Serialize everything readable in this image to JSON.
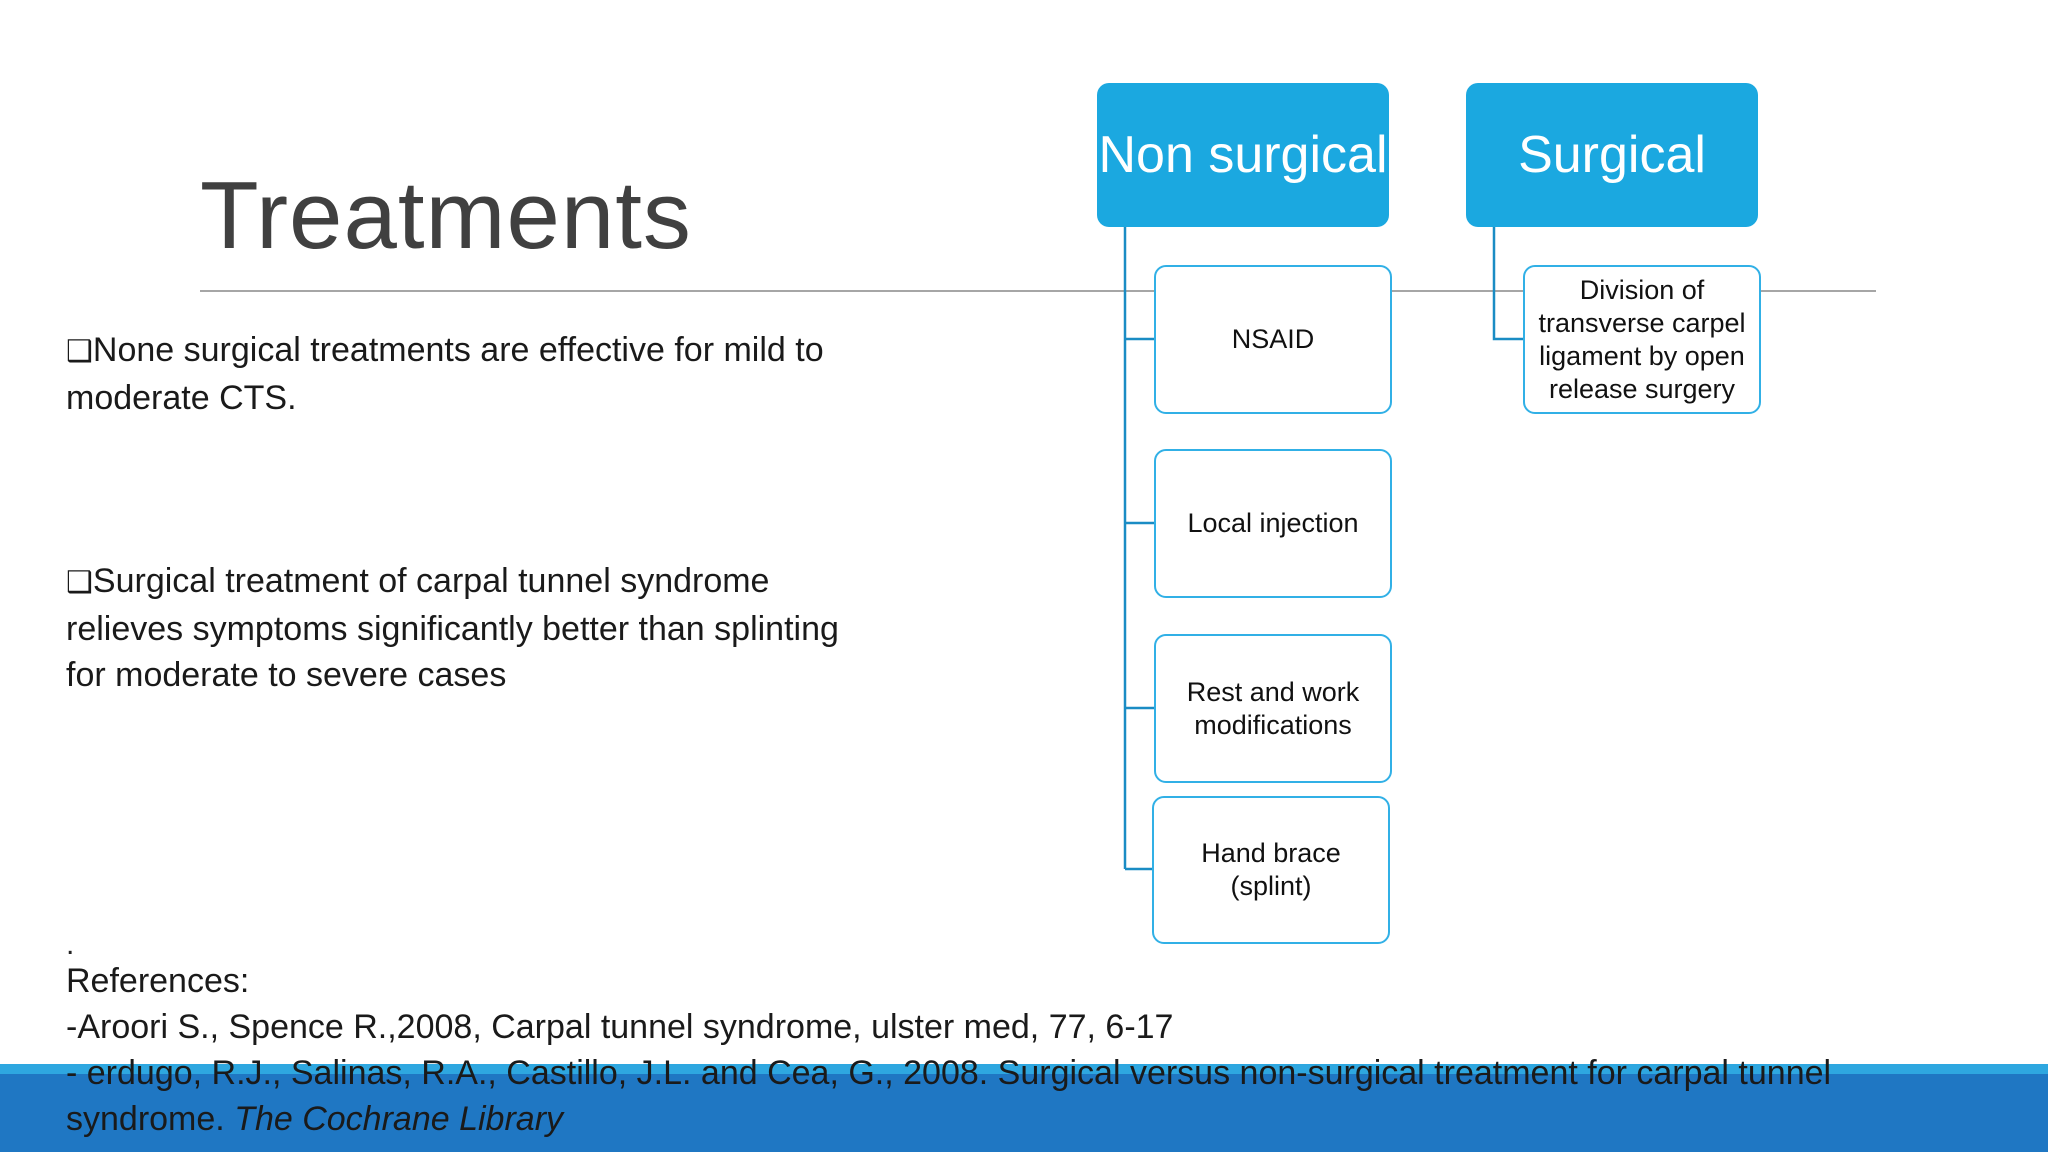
{
  "slide": {
    "title": "Treatments",
    "bullets": [
      {
        "marker": "❑",
        "text": "None surgical treatments are effective for mild to moderate CTS."
      },
      {
        "marker": "❑",
        "text": "Surgical treatment of carpal tunnel syndrome relieves symptoms significantly better than splinting for moderate to severe cases"
      }
    ],
    "stray_dot": ".",
    "references": {
      "heading": "References:",
      "ref1": "-Aroori S., Spence R.,2008,  Carpal tunnel syndrome, ulster med, 77, 6-17",
      "ref2_plain": "- erdugo, R.J., Salinas, R.A., Castillo, J.L. and Cea, G., 2008. Surgical versus non-surgical treatment for carpal tunnel syndrome. ",
      "ref2_italic": "The Cochrane Library"
    }
  },
  "diagram": {
    "colors": {
      "header_fill": "#1ba8e0",
      "node_border": "#31b0e6",
      "connector": "#1a8cc4",
      "band": "#1f77c3"
    },
    "groups": [
      {
        "label": "Non surgical",
        "children": [
          "NSAID",
          "Local injection",
          "Rest and work modifications",
          "Hand brace (splint)"
        ]
      },
      {
        "label": "Surgical",
        "children": [
          "Division of transverse carpel ligament by open release  surgery"
        ]
      }
    ]
  }
}
